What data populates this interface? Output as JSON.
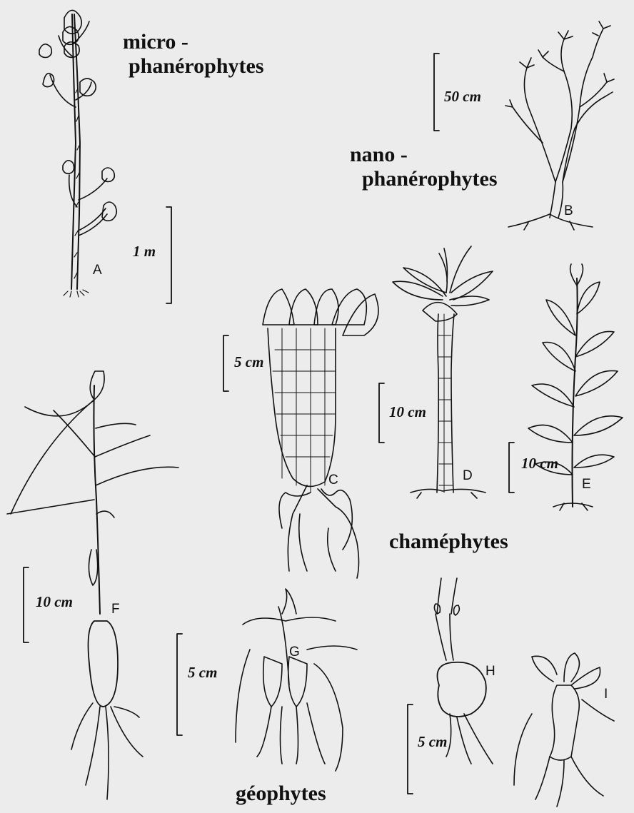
{
  "group_labels": {
    "micro_line1": "micro -",
    "micro_line2": "phanérophytes",
    "nano_line1": "nano -",
    "nano_line2": "phanérophytes",
    "chamephytes": "chaméphytes",
    "geophytes": "géophytes"
  },
  "scales": {
    "A": "1 m",
    "B": "50 cm",
    "C": "5 cm",
    "D": "10 cm",
    "E": "10 cm",
    "F": "10 cm",
    "G": "5 cm",
    "H": "5 cm"
  },
  "plant_letters": {
    "A": "A",
    "B": "B",
    "C": "C",
    "D": "D",
    "E": "E",
    "F": "F",
    "G": "G",
    "H": "H",
    "I": "I"
  },
  "colors": {
    "background": "#ececec",
    "ink": "#111111"
  }
}
